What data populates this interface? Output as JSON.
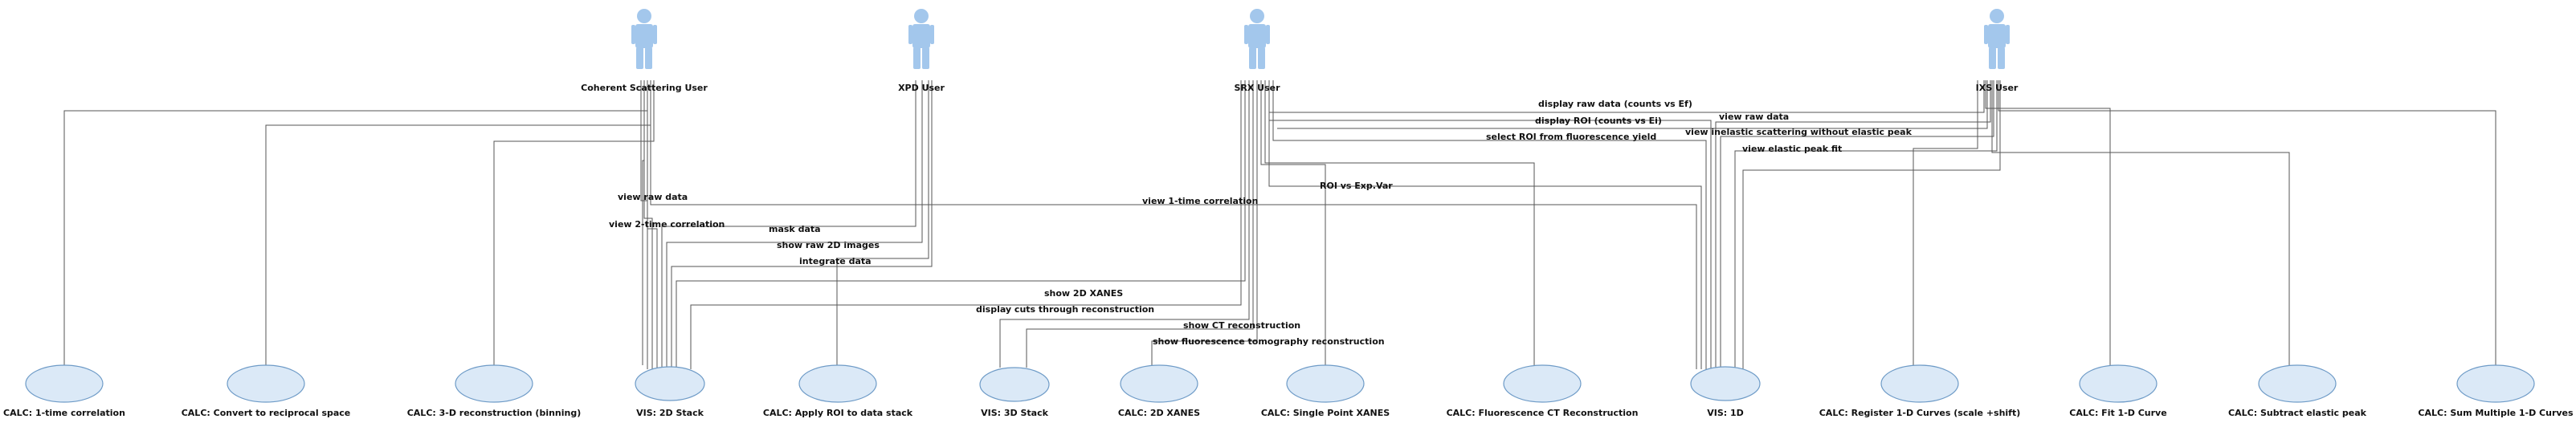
{
  "actors": [
    {
      "id": "coherent",
      "label": "Coherent Scattering User"
    },
    {
      "id": "xpd",
      "label": "XPD User"
    },
    {
      "id": "sxs",
      "label": "SRX User"
    },
    {
      "id": "ixs",
      "label": "IXS User"
    }
  ],
  "use_cases": [
    {
      "id": "calc_1time",
      "label": "CALC: 1-time correlation"
    },
    {
      "id": "calc_reciprocal",
      "label": "CALC: Convert to reciprocal space"
    },
    {
      "id": "calc_3d",
      "label": "CALC: 3-D reconstruction (binning)"
    },
    {
      "id": "vis_2dstack",
      "label": "VIS: 2D Stack"
    },
    {
      "id": "calc_roi",
      "label": "CALC: Apply ROI to data stack"
    },
    {
      "id": "vis_3dstack",
      "label": "VIS: 3D Stack"
    },
    {
      "id": "calc_2dxanes",
      "label": "CALC: 2D XANES"
    },
    {
      "id": "calc_spxanes",
      "label": "CALC: Single Point XANES"
    },
    {
      "id": "calc_fluor",
      "label": "CALC: Fluorescence CT Reconstruction"
    },
    {
      "id": "vis_1d",
      "label": "VIS: 1D"
    },
    {
      "id": "calc_register",
      "label": "CALC: Register 1-D Curves (scale +shift)"
    },
    {
      "id": "calc_fit",
      "label": "CALC: Fit 1-D Curve"
    },
    {
      "id": "calc_subtract",
      "label": "CALC: Subtract elastic peak"
    },
    {
      "id": "calc_sum",
      "label": "CALC: Sum Multiple 1-D Curves"
    }
  ],
  "edge_labels": {
    "ixs_raw_counts": "display raw data (counts vs Ef)",
    "ixs_roi": "display ROI (counts vs Ei)",
    "sxs_select_roi": "select ROI from fluorescence yield",
    "ixs_view_raw": "view raw data",
    "ixs_inelastic": "view inelastic scattering without elastic peak",
    "ixs_elastic_fit": "view elastic peak fit",
    "sxs_roi_exp": "ROI vs Exp.Var",
    "cs_view_raw": "view raw data",
    "cs_1time": "view 1-time correlation",
    "cs_2time": "view 2-time correlation",
    "xpd_mask": "mask data",
    "xpd_raw2d": "show raw 2D images",
    "xpd_integrate": "integrate data",
    "sxs_show2d": "show 2D XANES",
    "sxs_cuts": "display cuts through reconstruction",
    "sxs_ct": "show CT reconstruction",
    "sxs_fluor": "show fluorescence tomography reconstruction"
  }
}
